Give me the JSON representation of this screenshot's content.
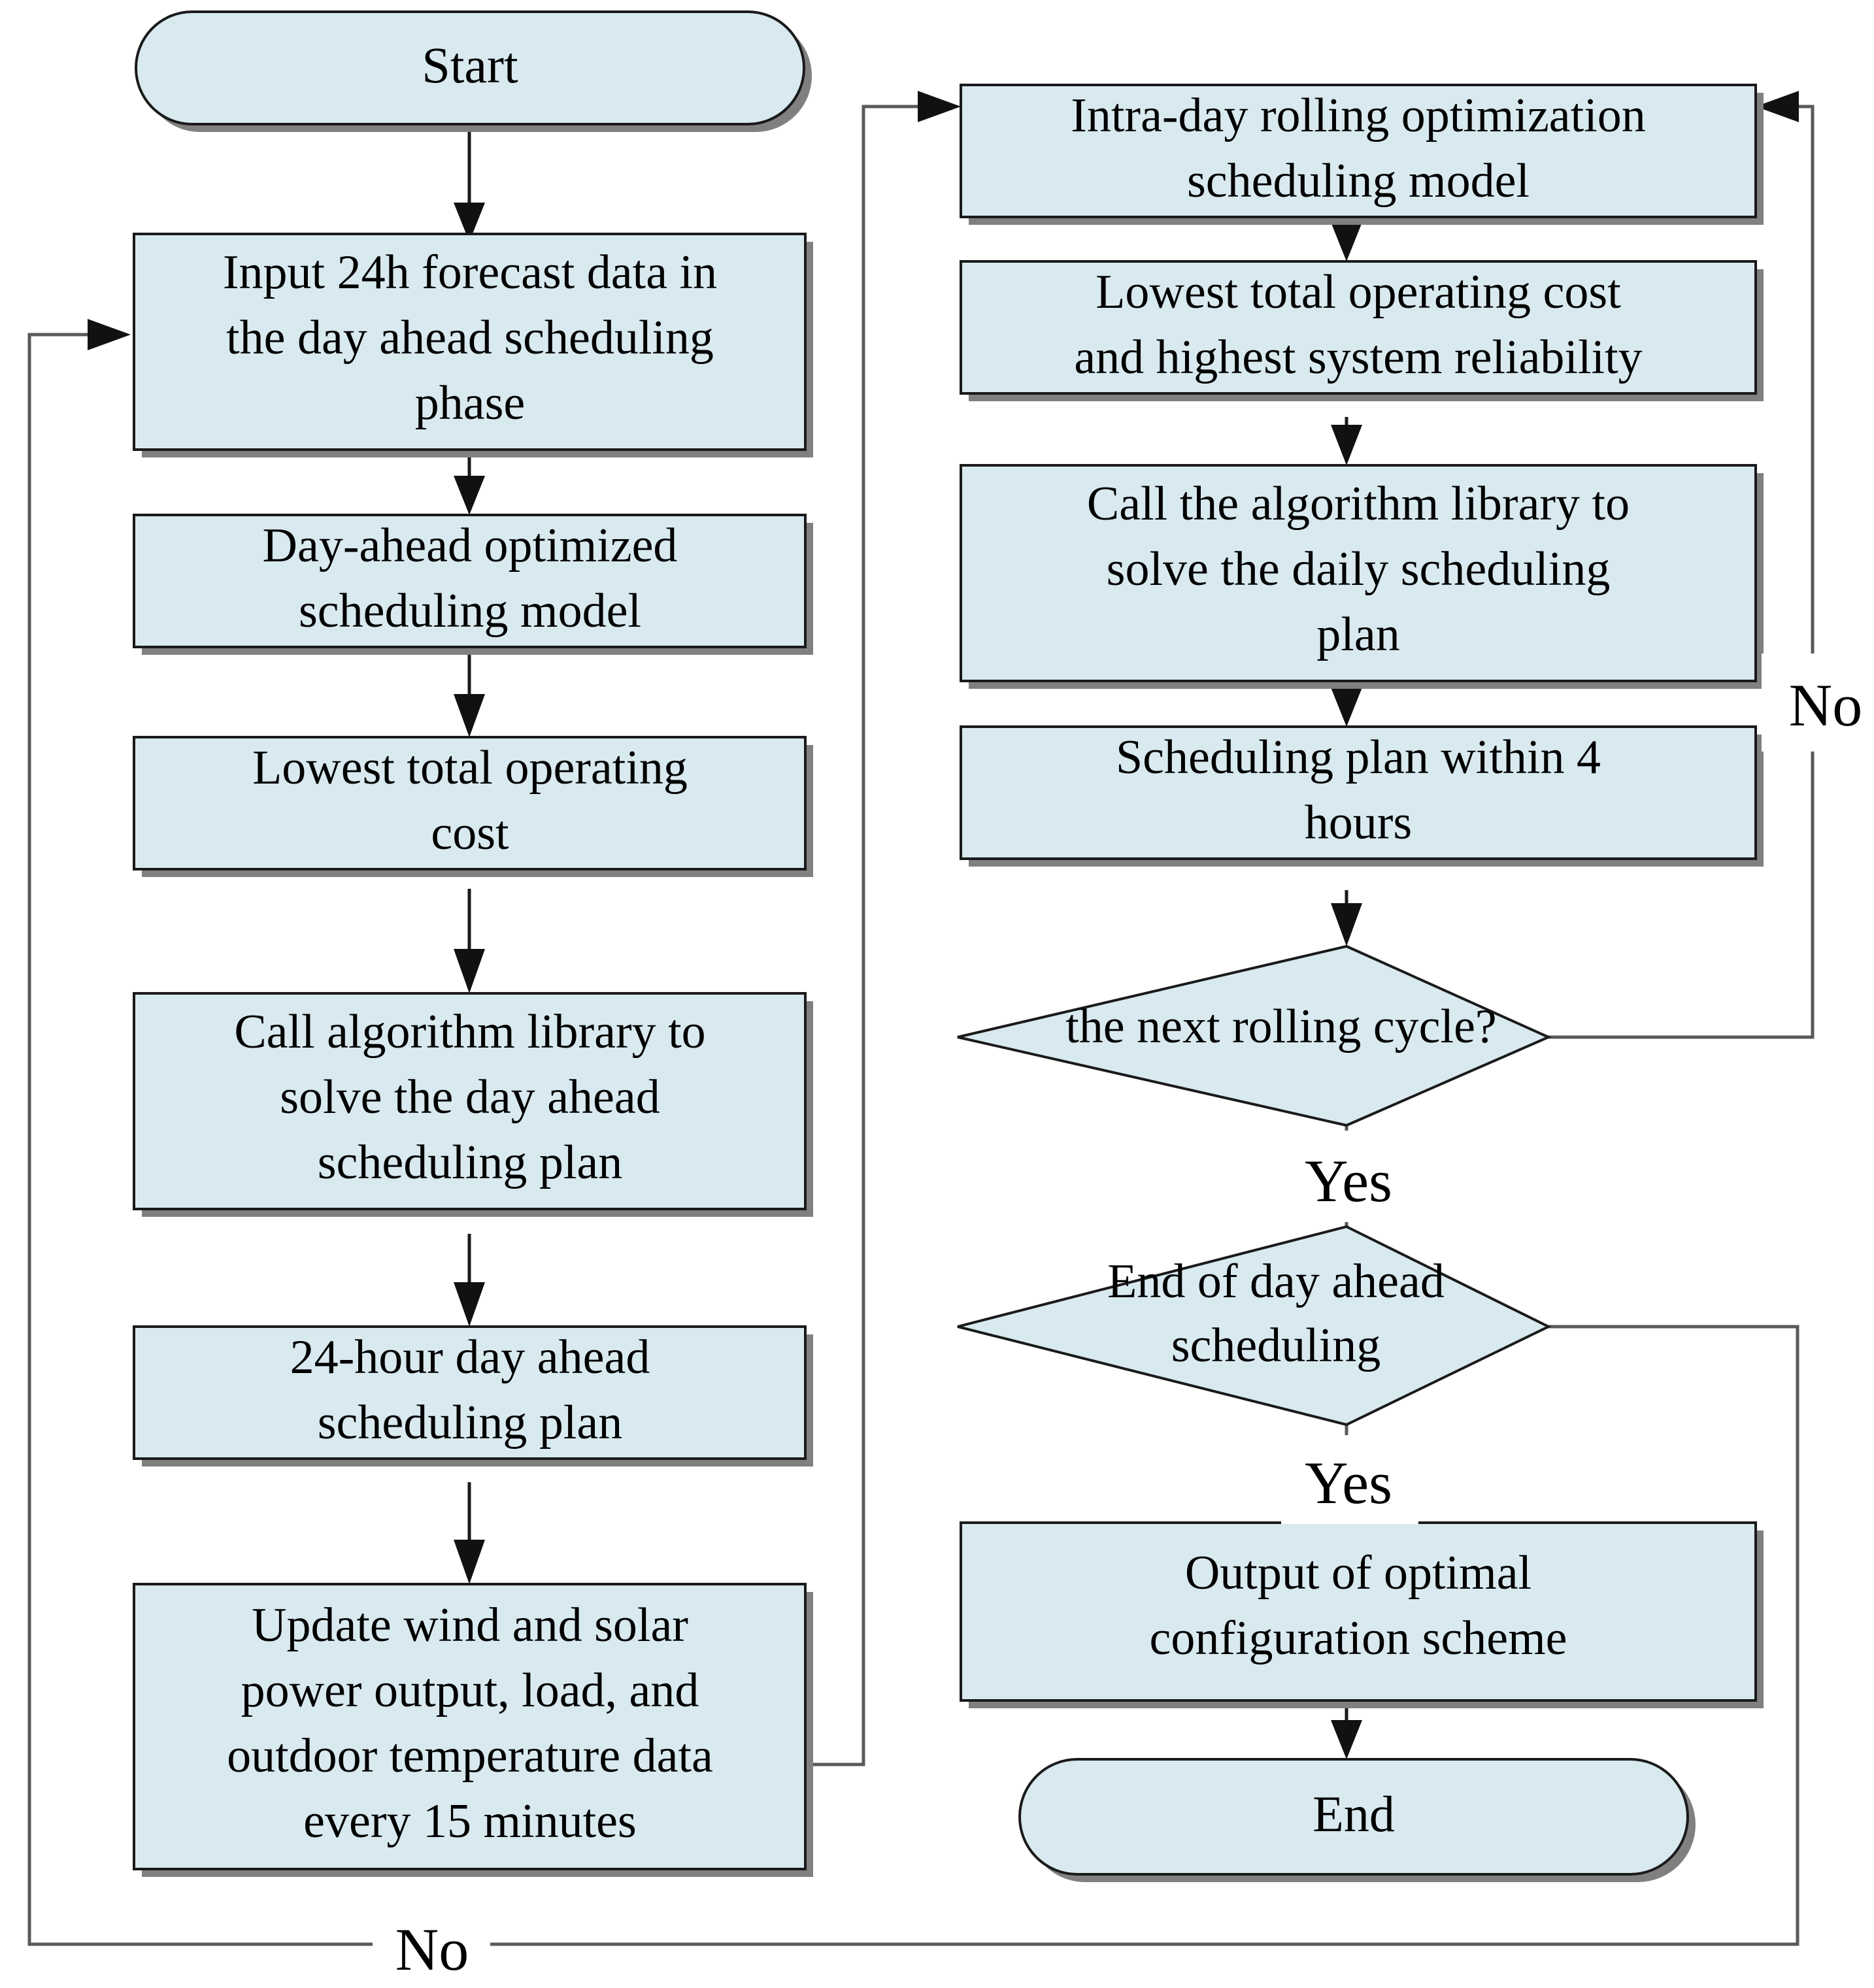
{
  "diagram": {
    "title": "Day-ahead and intra-day optimal scheduling flowchart",
    "type": "flowchart",
    "colors": {
      "node_fill": "#d8e9ef",
      "node_stroke": "#1a1a1a",
      "edge": "#1a1a1a",
      "shadow": "#808080",
      "background": "#ffffff"
    }
  },
  "nodes": {
    "start": {
      "label": "Start",
      "shape": "terminator"
    },
    "input_forecast": {
      "label": "Input 24h forecast data in the day ahead scheduling phase",
      "shape": "process",
      "lines": [
        "Input 24h forecast data in",
        "the day ahead scheduling",
        "phase"
      ]
    },
    "day_ahead_model": {
      "label": "Day-ahead optimized scheduling model",
      "shape": "process",
      "lines": [
        "Day-ahead optimized",
        "scheduling model"
      ]
    },
    "lowest_cost_left": {
      "label": "Lowest total operating cost",
      "shape": "process",
      "lines": [
        "Lowest total operating",
        "cost"
      ]
    },
    "call_lib_left": {
      "label": "Call algorithm library to solve the day ahead scheduling plan",
      "shape": "process",
      "lines": [
        "Call algorithm library to",
        "solve the day ahead",
        "scheduling plan"
      ]
    },
    "plan_24h": {
      "label": "24-hour day ahead scheduling plan",
      "shape": "process",
      "lines": [
        "24-hour day ahead",
        "scheduling plan"
      ]
    },
    "update_data": {
      "label": "Update wind and solar power output, load, and outdoor temperature data every 15 minutes",
      "shape": "process",
      "lines": [
        "Update wind and solar",
        "power output, load, and",
        "outdoor temperature data",
        "every 15 minutes"
      ]
    },
    "intraday_model": {
      "label": "Intra-day rolling optimization scheduling model",
      "shape": "process",
      "lines": [
        "Intra-day rolling optimization",
        "scheduling model"
      ]
    },
    "lowest_cost_right": {
      "label": "Lowest total operating cost and highest system reliability",
      "shape": "process",
      "lines": [
        "Lowest total operating cost",
        "and highest system reliability"
      ]
    },
    "call_lib_right": {
      "label": "Call the algorithm library to solve the daily scheduling plan",
      "shape": "process",
      "lines": [
        "Call the algorithm library to",
        "solve the daily scheduling",
        "plan"
      ]
    },
    "plan_4h": {
      "label": "Scheduling plan within 4 hours",
      "shape": "process",
      "lines": [
        "Scheduling plan within 4",
        "hours"
      ]
    },
    "decision_rolling": {
      "label": "the next rolling cycle?",
      "shape": "decision",
      "lines": [
        "the next rolling cycle?"
      ]
    },
    "decision_endday": {
      "label": "End of day ahead scheduling",
      "shape": "decision",
      "lines": [
        "End of day ahead",
        "scheduling"
      ]
    },
    "output_scheme": {
      "label": "Output of optimal configuration scheme",
      "shape": "process",
      "lines": [
        "Output of optimal",
        "configuration scheme"
      ]
    },
    "end": {
      "label": "End",
      "shape": "terminator"
    }
  },
  "edge_labels": {
    "no_right": "No",
    "yes_rolling": "Yes",
    "yes_endday": "Yes",
    "no_bottom": "No"
  }
}
